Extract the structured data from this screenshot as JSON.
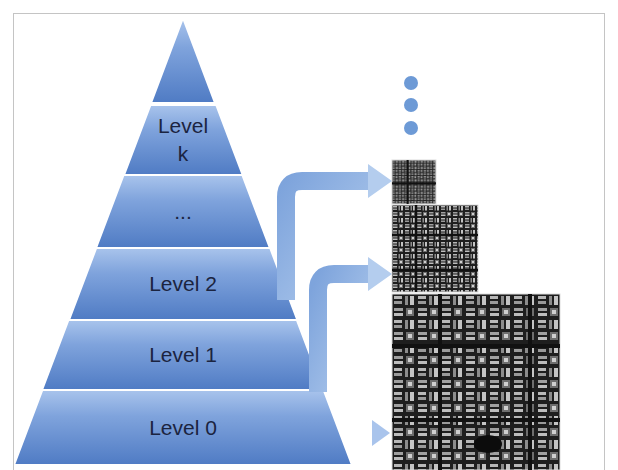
{
  "diagram": {
    "nodes": [
      {
        "text": [
          "Level k"
        ]
      },
      {
        "text": [
          "..."
        ]
      },
      {
        "text": [
          "Level 2"
        ]
      },
      {
        "text": [
          "Level 1"
        ]
      },
      {
        "text": [
          "Level 0"
        ]
      }
    ]
  }
}
